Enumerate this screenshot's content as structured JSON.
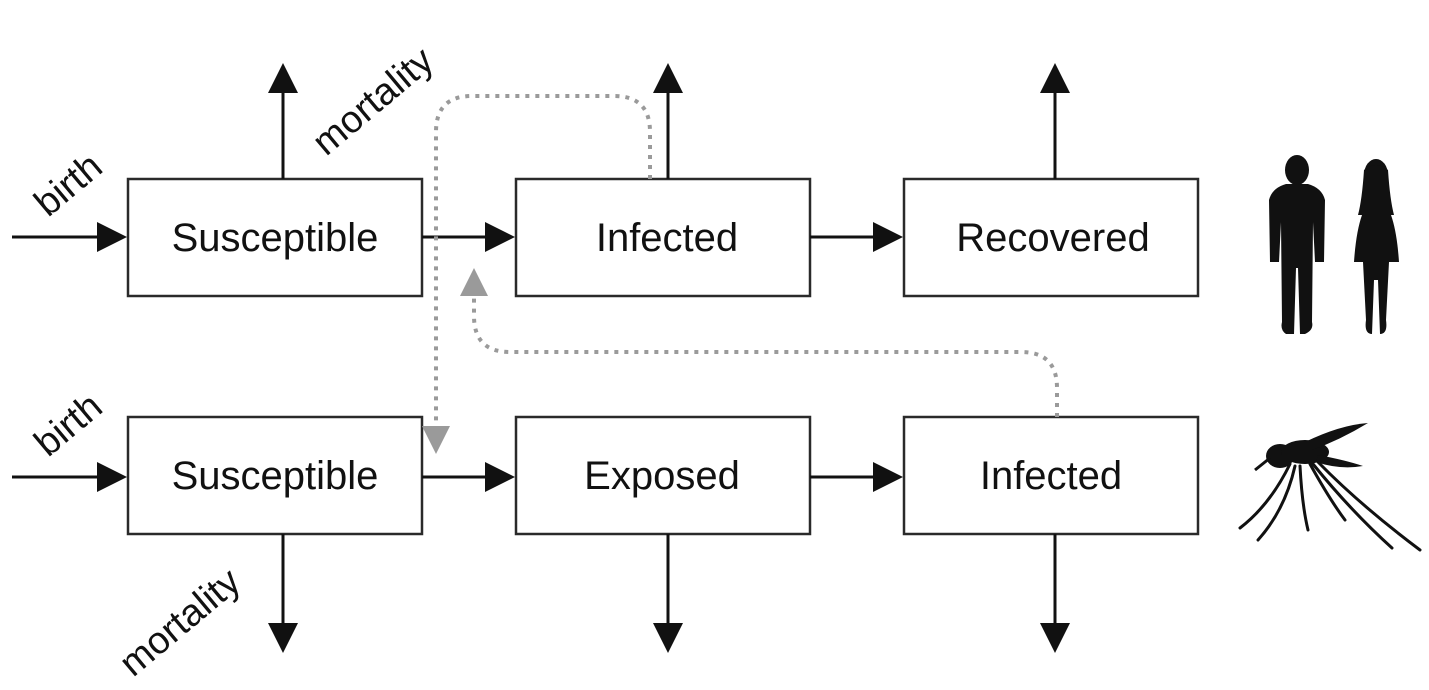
{
  "human_row": {
    "compartments": [
      {
        "label": "Susceptible"
      },
      {
        "label": "Infected"
      },
      {
        "label": "Recovered"
      }
    ],
    "birth_label": "birth",
    "mortality_label": "mortality"
  },
  "vector_row": {
    "compartments": [
      {
        "label": "Susceptible"
      },
      {
        "label": "Exposed"
      },
      {
        "label": "Infected"
      }
    ],
    "birth_label": "birth",
    "mortality_label": "mortality"
  },
  "icons": {
    "human": "people-silhouette-icon",
    "vector": "mosquito-silhouette-icon"
  },
  "colors": {
    "flow": "#111111",
    "transmission": "#9a9a9a",
    "box_border": "#2a2a2a"
  }
}
